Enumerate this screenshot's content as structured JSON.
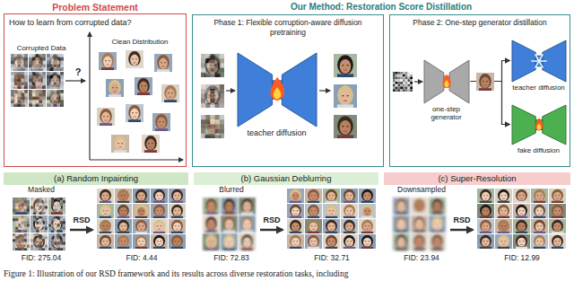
{
  "diagram": {
    "caption": "Figure 1: Illustration of our RSD framework and its results across diverse restoration tasks, including",
    "nodes": [
      {
        "text": [
          "Problem Statement",
          "How to learn from corrupted data?"
        ]
      },
      {
        "text": [
          "Phase 1: Flexible corruption-aware diffusion pretraining"
        ]
      },
      {
        "text": [
          "teacher diffusion"
        ],
        "in": 1
      },
      {
        "text": [
          "Phase 2: One-step generator distillation"
        ]
      },
      {
        "text": [
          "one-step generator"
        ],
        "in": 3
      },
      {
        "text": [
          "teacher diffusion"
        ],
        "in": 3
      },
      {
        "text": [
          "fake diffusion"
        ],
        "in": 3
      },
      {
        "text": [
          "(a) Random Inpainting"
        ]
      },
      {
        "text": [
          "(b) Gaussian Deblurring"
        ]
      },
      {
        "text": [
          "(c) Super-Resolution"
        ]
      }
    ],
    "edges": [
      {
        "from": 4,
        "to": 5,
        "arrow": "to"
      },
      {
        "from": 4,
        "to": 6,
        "arrow": "to"
      }
    ],
    "labels": [
      "Our Method: Restoration Score Distillation",
      "Corrupted Data",
      "Clean Distribution",
      "?",
      "Masked",
      "RSD",
      "FID: 275.04",
      "FID: 4.44",
      "Blurred",
      "RSD",
      "FID: 72.83",
      "FID: 32.71",
      "Downsampled",
      "RSD",
      "FID: 23.94",
      "FID: 12.99"
    ]
  }
}
